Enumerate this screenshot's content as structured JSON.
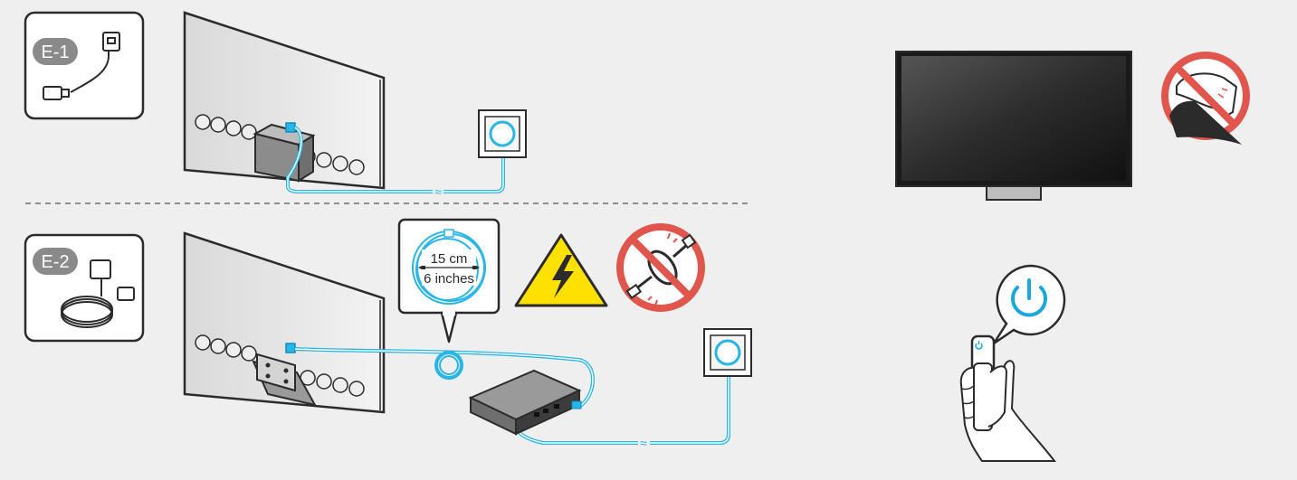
{
  "steps": {
    "e1": {
      "label": "E-1"
    },
    "e2": {
      "label": "E-2"
    }
  },
  "callout": {
    "length_cm": "15 cm",
    "length_in": "6 inches"
  },
  "colors": {
    "cable": "#29b6e6",
    "cable_dark": "#0e8fc2",
    "warning_yellow": "#ffe100",
    "prohibit_red": "#e0564c",
    "outline": "#2b2b2b",
    "badge_gray": "#8a8a8a",
    "power_blue": "#1aa7dc"
  },
  "icons": {
    "warning": "high-voltage-warning-icon",
    "no_coil": "no-coiled-cable-icon",
    "no_touch": "do-not-touch-screen-icon",
    "power": "power-icon"
  }
}
